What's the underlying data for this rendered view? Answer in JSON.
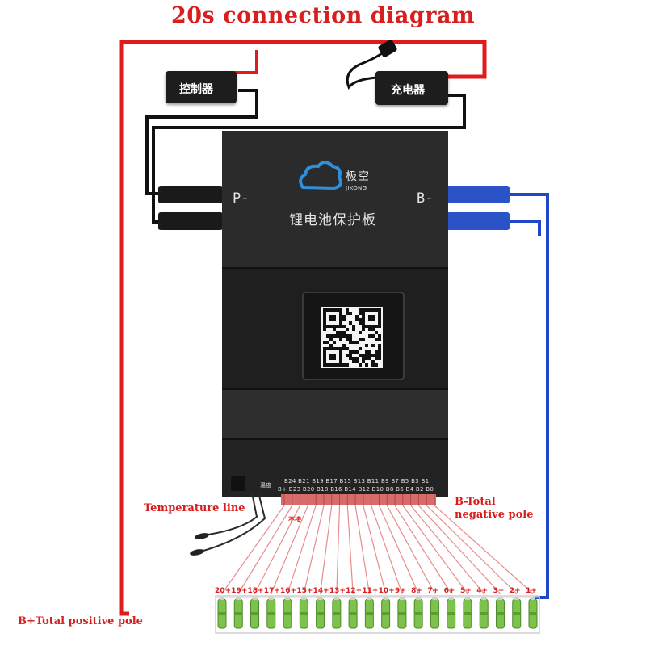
{
  "title": "20s connection diagram",
  "controller_label": "控制器",
  "charger_label": "充电器",
  "board": {
    "brand_cn": "极空",
    "brand_en": "JIKONG",
    "name": "锂电池保护板",
    "p_minus": "P-",
    "b_minus": "B-",
    "temp_cn": "温度",
    "pins_top": "B24 B21 B19 B17 B15 B13 B11  B9  B7  B5  B3  B1",
    "pins_bottom": "B+ B23 B20 B18 B16 B14 B12 B10  B8  B6  B4  B2  B0",
    "no_connect": "不接"
  },
  "labels": {
    "temperature_line": "Temperature line",
    "b_total_negative_1": "B-Total",
    "b_total_negative_2": "negative pole",
    "b_total_positive": "B+Total positive pole"
  },
  "cells": [
    "20+",
    "19+",
    "18+",
    "17+",
    "16+",
    "15+",
    "14+",
    "13+",
    "12+",
    "11+",
    "10+",
    "9+",
    "8+",
    "7+",
    "6+",
    "5+",
    "4+",
    "3+",
    "2+",
    "1+"
  ],
  "colors": {
    "red_wire": "#e11b1b",
    "blue_wire": "#1f47c8",
    "board": "#262626",
    "cell": "#7cc24b"
  }
}
